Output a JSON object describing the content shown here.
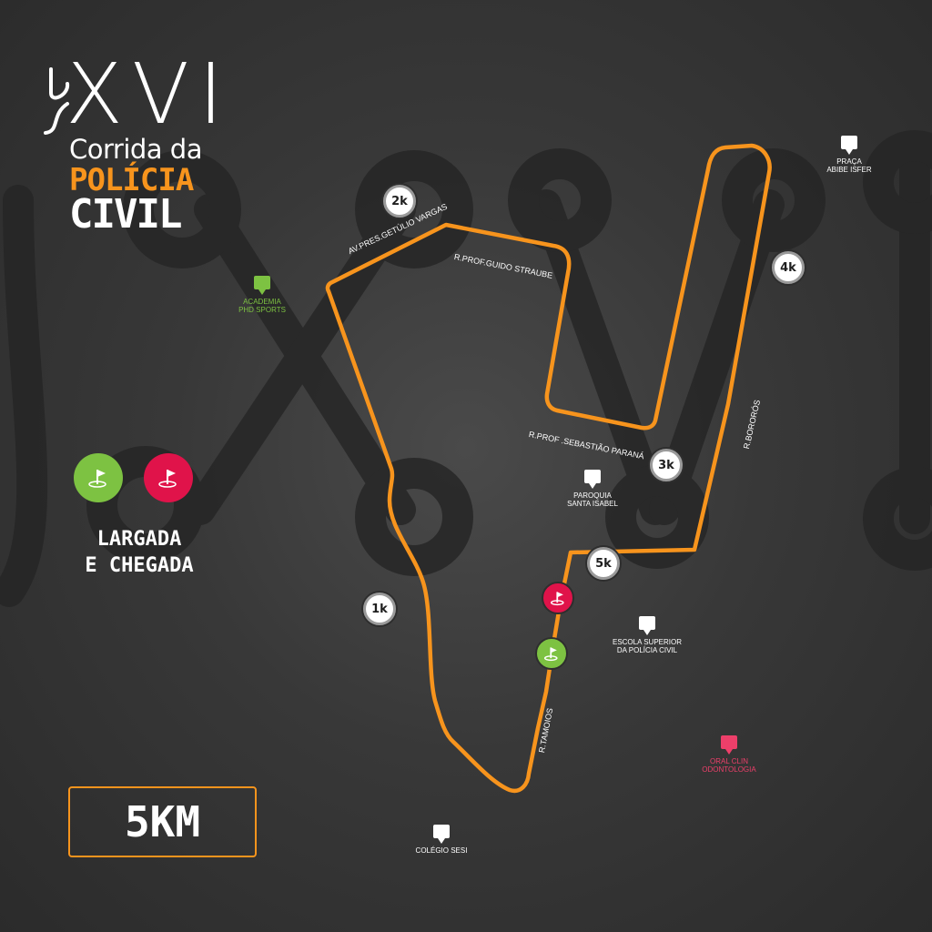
{
  "event": {
    "roman_numeral": "XVI",
    "title_line1": "Corrida da",
    "title_line2": "POLÍCIA",
    "title_line3": "CIVIL"
  },
  "legend": {
    "start_label": "LARGADA",
    "finish_label": "E CHEGADA",
    "start_color": "#7dc242",
    "finish_color": "#e0134a",
    "start_icon": "flag-icon",
    "finish_icon": "flag-icon"
  },
  "distance": "5KM",
  "route_color": "#f7941d",
  "km_markers": [
    {
      "label": "1k"
    },
    {
      "label": "2k"
    },
    {
      "label": "3k"
    },
    {
      "label": "4k"
    },
    {
      "label": "5k"
    }
  ],
  "streets": [
    {
      "name": "AV.PRES.GETÚLIO VARGAS"
    },
    {
      "name": "R.PROF.GUIDO STRAUBE"
    },
    {
      "name": "R.PROF .SEBASTIÃO PARANÁ"
    },
    {
      "name": "R.BORORÓS"
    },
    {
      "name": "R.TAMOIOS"
    }
  ],
  "points_of_interest": [
    {
      "line1": "PRAÇA",
      "line2": "ABIBE ISFER",
      "color": "#ffffff"
    },
    {
      "line1": "ACADEMIA",
      "line2": "PHD SPORTS",
      "color": "#7dc242"
    },
    {
      "line1": "PAROQUIA",
      "line2": "SANTA ISABEL",
      "color": "#ffffff"
    },
    {
      "line1": "ESCOLA SUPERIOR",
      "line2": "DA POLÍCIA CIVIL",
      "color": "#ffffff"
    },
    {
      "line1": "ORAL CLIN",
      "line2": "ODONTOLOGIA",
      "color": "#ed3f6a"
    },
    {
      "line1": "COLÉGIO SESI",
      "line2": "",
      "color": "#ffffff"
    }
  ]
}
